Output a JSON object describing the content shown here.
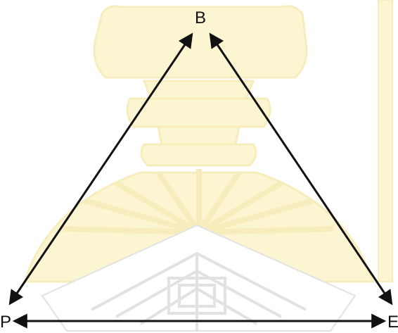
{
  "nodes": {
    "b": "B",
    "p": "P",
    "e": "E"
  },
  "edges": [
    {
      "from": "B",
      "to": "P",
      "style": "bidirectional-arrow"
    },
    {
      "from": "B",
      "to": "E",
      "style": "bidirectional-arrow"
    },
    {
      "from": "P",
      "to": "E",
      "style": "bidirectional-arrow"
    }
  ],
  "colors": {
    "line": "#111111",
    "watermark_fill": "#fbf2c4",
    "watermark_stroke": "#f5e7a6",
    "watermark_pattern": "#d9d9d9"
  },
  "watermark": {
    "type": "university-seal",
    "icon": "seal-icon"
  }
}
